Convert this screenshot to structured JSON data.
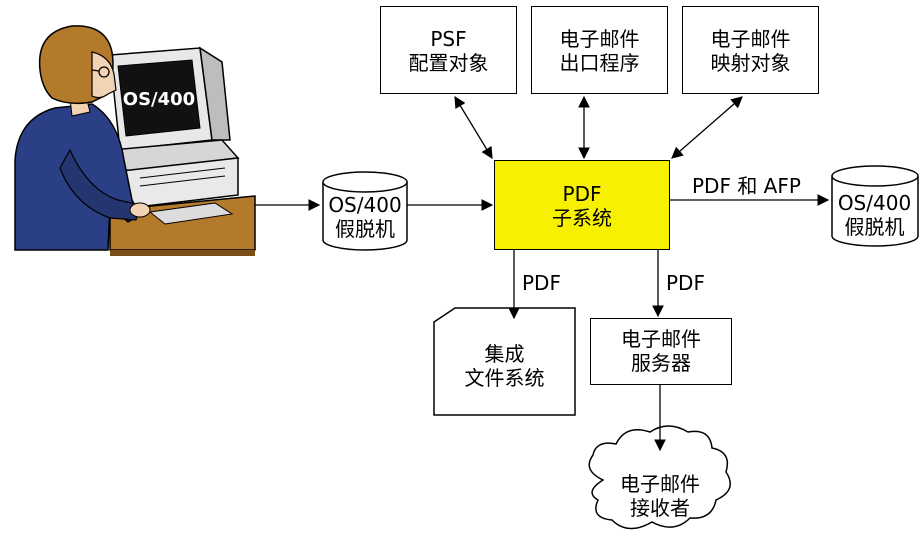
{
  "nodes": {
    "psf": {
      "line1": "PSF",
      "line2": "配置对象"
    },
    "email_exit": {
      "line1": "电子邮件",
      "line2": "出口程序"
    },
    "email_map": {
      "line1": "电子邮件",
      "line2": "映射对象"
    },
    "pdf_subsystem": {
      "line1": "PDF",
      "line2": "子系统"
    },
    "spool_in": {
      "line1": "OS/400",
      "line2": "假脱机"
    },
    "spool_out": {
      "line1": "OS/400",
      "line2": "假脱机"
    },
    "ifs": {
      "line1": "集成",
      "line2": "文件系统"
    },
    "email_server": {
      "line1": "电子邮件",
      "line2": "服务器"
    },
    "email_recipient": {
      "line1": "电子邮件",
      "line2": "接收者"
    },
    "monitor_screen": "OS/400"
  },
  "edges": {
    "to_spool_out": "PDF 和 AFP",
    "to_ifs": "PDF",
    "to_email_server": "PDF"
  },
  "colors": {
    "subsystem_fill": "#f7f000",
    "person_shirt": "#2b3f86",
    "person_hair": "#b47a2b"
  }
}
